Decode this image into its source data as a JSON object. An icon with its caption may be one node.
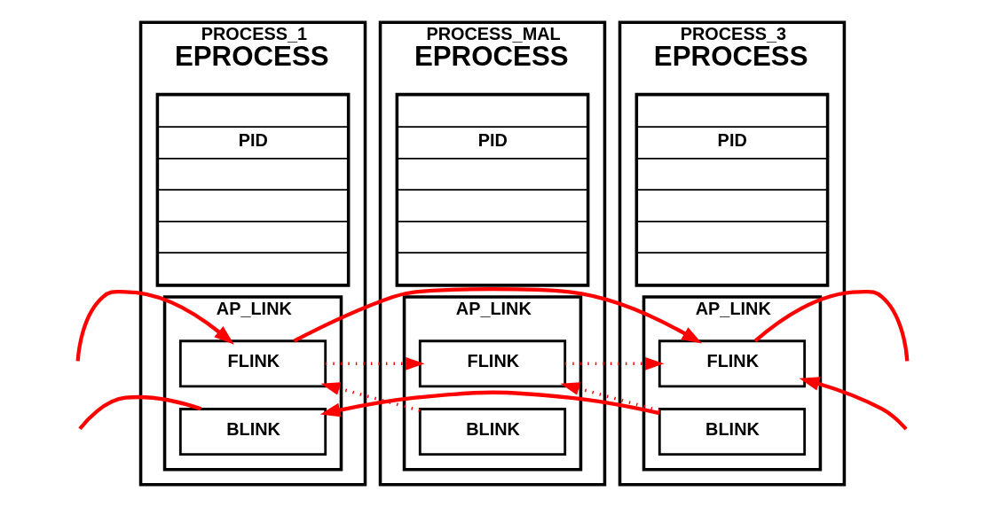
{
  "diagram": {
    "nodes": [
      {
        "text": [
          "PROCESS_1",
          "EPROCESS"
        ]
      },
      {
        "text": [
          "PID"
        ],
        "in": 0
      },
      {
        "text": [
          "AP_LINK"
        ],
        "in": 0
      },
      {
        "text": [
          "FLINK"
        ],
        "in": 2
      },
      {
        "text": [
          "BLINK"
        ],
        "in": 2
      },
      {
        "text": [
          "PROCESS_MAL",
          "EPROCESS"
        ]
      },
      {
        "text": [
          "PID"
        ],
        "in": 5
      },
      {
        "text": [
          "AP_LINK"
        ],
        "in": 5
      },
      {
        "text": [
          "FLINK"
        ],
        "in": 7
      },
      {
        "text": [
          "BLINK"
        ],
        "in": 7
      },
      {
        "text": [
          "PROCESS_3",
          "EPROCESS"
        ]
      },
      {
        "text": [
          "PID"
        ],
        "in": 10
      },
      {
        "text": [
          "AP_LINK"
        ],
        "in": 10
      },
      {
        "text": [
          "FLINK"
        ],
        "in": 12
      },
      {
        "text": [
          "BLINK"
        ],
        "in": 12
      }
    ],
    "edges": [
      {
        "from": null,
        "to": 3,
        "arrow": "to"
      },
      {
        "from": 4,
        "to": null,
        "arrow": "none"
      },
      {
        "from": 3,
        "to": 13,
        "arrow": "to"
      },
      {
        "from": 14,
        "to": 4,
        "arrow": "to"
      },
      {
        "from": 3,
        "to": 8,
        "arrow": "to",
        "style": "dashed"
      },
      {
        "from": 9,
        "to": 3,
        "arrow": "to",
        "style": "dashed"
      },
      {
        "from": 8,
        "to": 13,
        "arrow": "to",
        "style": "dashed"
      },
      {
        "from": 14,
        "to": 8,
        "arrow": "to",
        "style": "dashed"
      },
      {
        "from": 13,
        "to": null,
        "arrow": "none"
      },
      {
        "from": null,
        "to": 13,
        "arrow": "to"
      }
    ]
  }
}
